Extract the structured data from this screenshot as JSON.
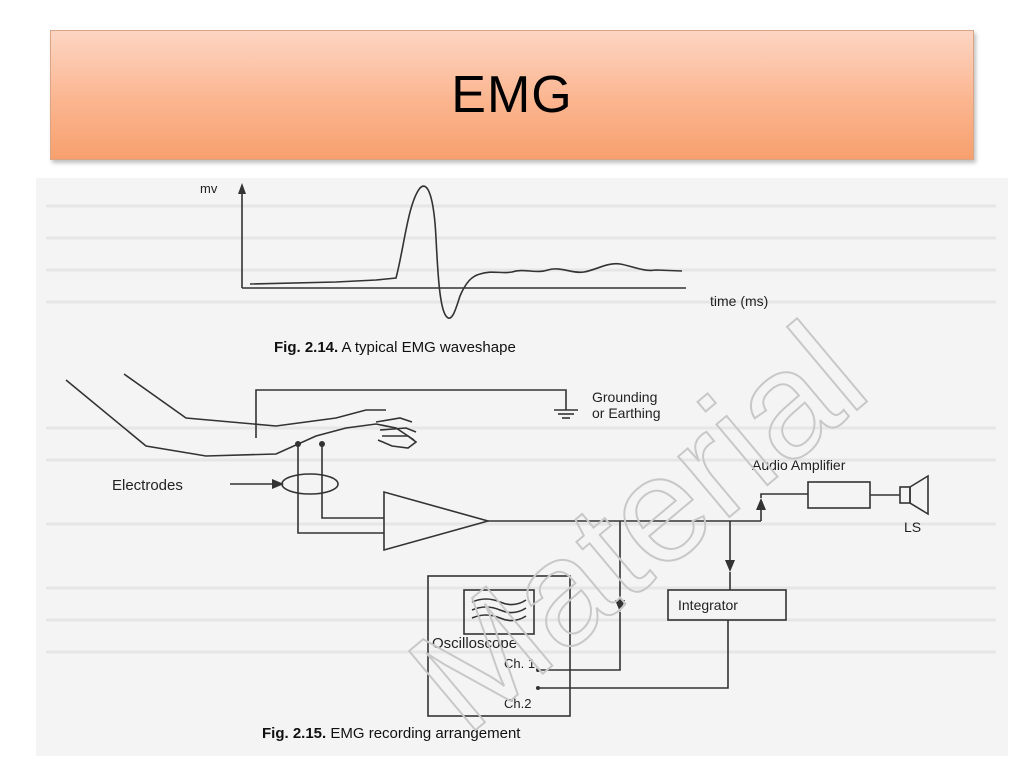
{
  "slide": {
    "title": "EMG"
  },
  "waveform": {
    "y_axis_label": "mv",
    "x_axis_label": "time (ms)",
    "caption_prefix": "Fig. 2.14.",
    "caption_text": " A typical EMG waveshape"
  },
  "recording": {
    "grounding_line1": "Grounding",
    "grounding_line2": "or Earthing",
    "electrodes_label": "Electrodes",
    "audio_amplifier_label": "Audio Amplifier",
    "ls_label": "LS",
    "integrator_label": "Integrator",
    "oscilloscope_label": "Oscilloscope",
    "ch1_label": "Ch. 1",
    "ch2_label": "Ch.2",
    "caption_prefix": "Fig. 2.15.",
    "caption_text": " EMG recording arrangement"
  },
  "watermark": {
    "text": "Material"
  },
  "colors": {
    "banner_top": "#fdd5c3",
    "banner_bottom": "#f7a06e",
    "line": "#333333"
  }
}
